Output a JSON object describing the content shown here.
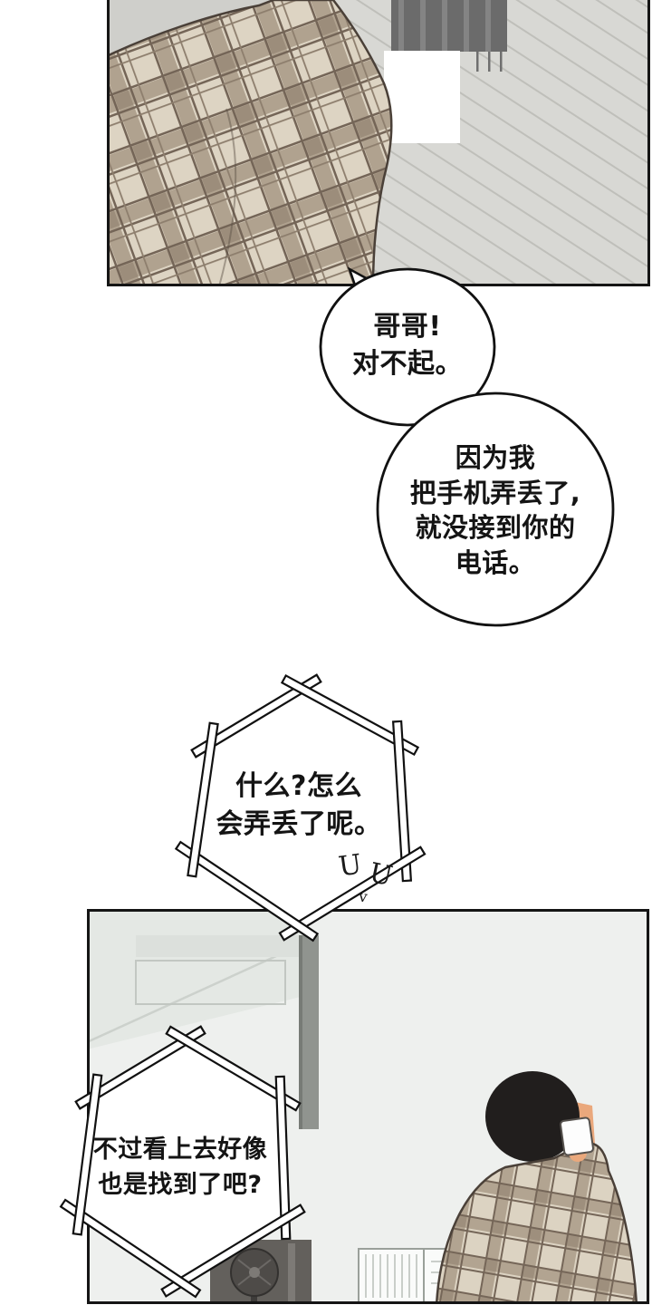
{
  "comic": {
    "bubbles": {
      "apology_small": {
        "lines": [
          "哥哥!",
          "对不起。"
        ]
      },
      "apology_large": {
        "lines": [
          "因为我",
          "把手机弄丢了,",
          "就没接到你的",
          "电话。"
        ]
      },
      "shock_hex": {
        "lines": [
          "什么?怎么",
          "会弄丢了呢。"
        ]
      },
      "observe_hex": {
        "lines": [
          "不过看上去好像",
          "也是找到了吧?"
        ]
      }
    },
    "sfx": {
      "tremble_1": "U",
      "tremble_2": "U",
      "tremble_3": "v"
    },
    "colors": {
      "ink": "#111111",
      "shirt_base": "#ddd4c3",
      "shirt_band": "#b0a28f",
      "shirt_line": "#746557",
      "skin": "#eaa87c",
      "panel_bg": "#d8d8d4",
      "room_bg": "#eef0ee",
      "hair": "#211e1d"
    }
  }
}
